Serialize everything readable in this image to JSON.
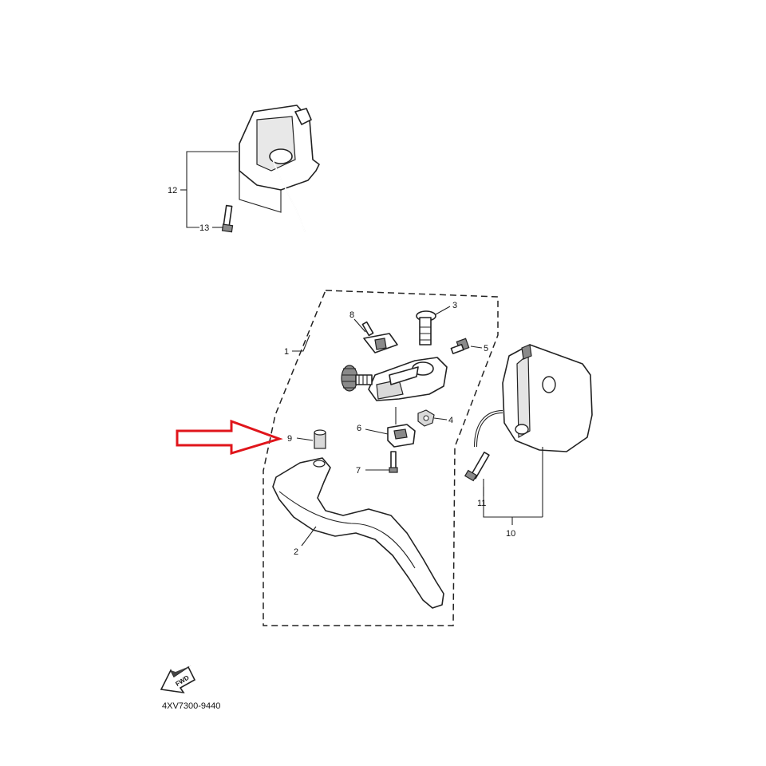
{
  "callouts": {
    "c1": "1",
    "c2": "2",
    "c3": "3",
    "c4": "4",
    "c5": "5",
    "c6": "6",
    "c7": "7",
    "c8": "8",
    "c9": "9",
    "c10": "10",
    "c11": "11",
    "c12": "12",
    "c13": "13"
  },
  "fwd_label": "FWD",
  "diagram_code": "4XV7300-9440",
  "colors": {
    "highlight_arrow": "#e0151b",
    "linework": "#222222"
  }
}
